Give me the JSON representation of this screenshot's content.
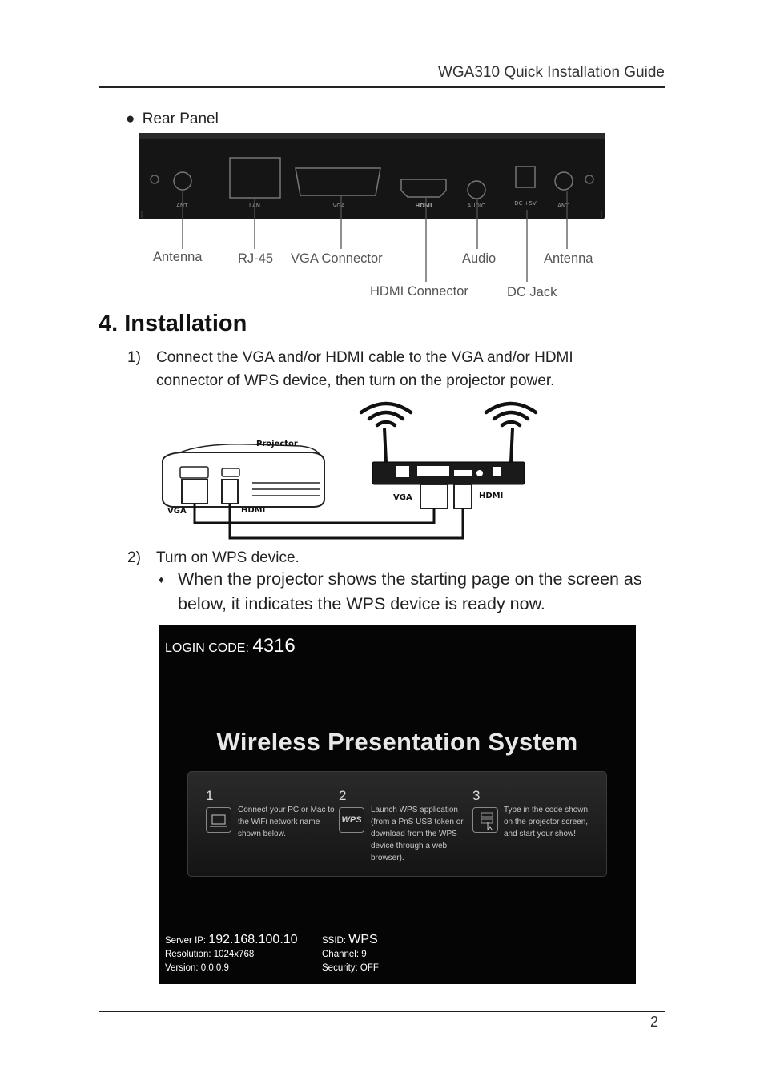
{
  "header": {
    "title": "WGA310 Quick Installation Guide"
  },
  "rear_panel": {
    "bullet": "Rear Panel",
    "port_labels": [
      "ANT.",
      "LAN",
      "VGA",
      "HDMI",
      "AUDIO",
      "DC +5V",
      "ANT."
    ],
    "callouts": {
      "antenna_left": "Antenna",
      "rj45": "RJ-45",
      "vga": "VGA Connector",
      "hdmi": "HDMI Connector",
      "audio": "Audio",
      "dc": "DC Jack",
      "antenna_right": "Antenna"
    }
  },
  "installation": {
    "heading": "4. Installation",
    "step1": {
      "num": "1)",
      "text": "Connect the VGA and/or HDMI cable to the VGA and/or HDMI connector of WPS device, then turn on the projector power."
    },
    "diagram": {
      "projector": "Projector",
      "vga_left": "VGA",
      "hdmi_left": "HDMI",
      "vga_right": "VGA",
      "hdmi_right": "HDMI"
    },
    "step2": {
      "num": "2)",
      "text": "Turn on WPS device.",
      "sub": "When the projector shows the starting page on the screen as below,  it indicates the WPS device is ready now."
    }
  },
  "screen": {
    "login_label": "LOGIN CODE:",
    "login_code": "4316",
    "title": "Wireless Presentation System",
    "steps": [
      {
        "num": "1",
        "text": "Connect your PC or Mac to the WiFi network name shown below."
      },
      {
        "num": "2",
        "text": "Launch WPS application (from a PnS USB token or download from the WPS device through a web browser).",
        "icon_text": "WPS"
      },
      {
        "num": "3",
        "text": "Type in the code shown on the projector screen, and start your show!"
      }
    ],
    "server_ip_label": "Server IP:",
    "server_ip": "192.168.100.10",
    "resolution": "Resolution: 1024x768",
    "version": "Version: 0.0.0.9",
    "ssid_label": "SSID:",
    "ssid": "WPS",
    "channel": "Channel: 9",
    "security": "Security: OFF"
  },
  "footer": {
    "page": "2"
  }
}
